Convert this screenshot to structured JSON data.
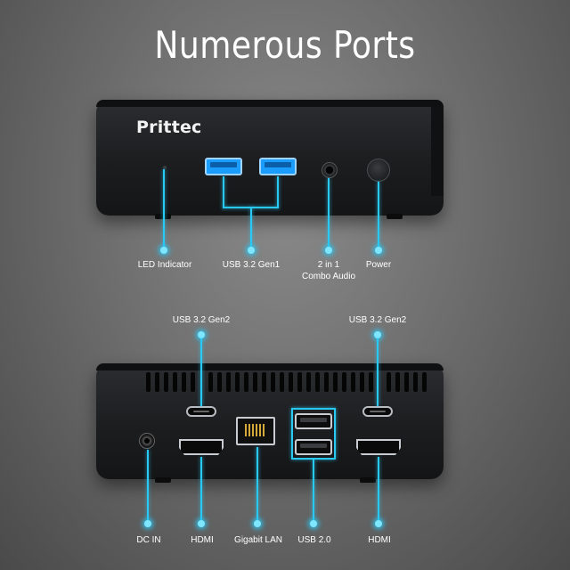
{
  "header": {
    "title": "Numerous Ports"
  },
  "brand": {
    "name": "Prittec"
  },
  "front_labels": {
    "led": "LED Indicator",
    "usb_gen1": "USB 3.2 Gen1",
    "combo_audio_line1": "2 in 1",
    "combo_audio_line2": "Combo Audio",
    "power": "Power"
  },
  "rear_labels": {
    "usb_gen2_left": "USB 3.2 Gen2",
    "usb_gen2_right": "USB 3.2 Gen2",
    "dc_in": "DC IN",
    "hdmi_left": "HDMI",
    "gigabit_lan": "Gigabit LAN",
    "usb2": "USB 2.0",
    "hdmi_right": "HDMI"
  },
  "colors": {
    "accent": "#29c9f5",
    "usb3_blue": "#1a9dfc",
    "device_body": "#1c1d1f"
  }
}
